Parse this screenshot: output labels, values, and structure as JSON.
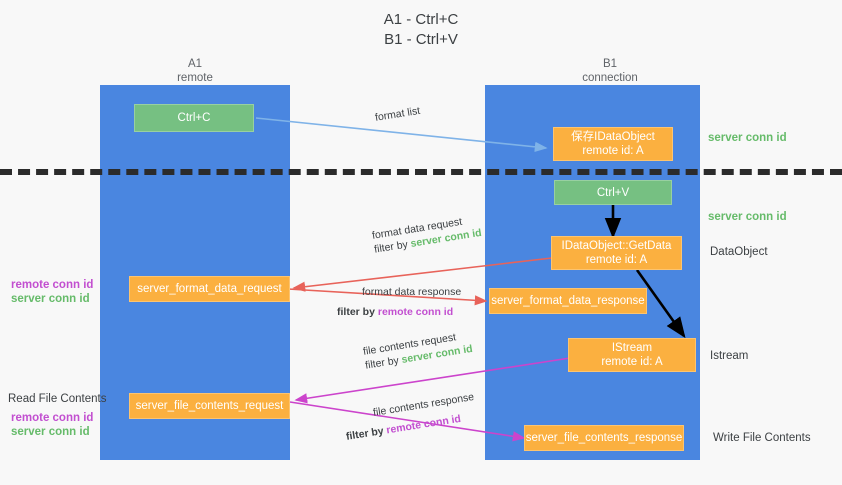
{
  "title": {
    "line1": "A1 - Ctrl+C",
    "line2": "B1 - Ctrl+V"
  },
  "columns": [
    {
      "name": "A1",
      "role": "remote"
    },
    {
      "name": "B1",
      "role": "connection"
    }
  ],
  "nodes": {
    "ctrl_c": {
      "label": "Ctrl+C",
      "color": "#76c082"
    },
    "save_idataobject": {
      "line1": "保存IDataObject",
      "line2": "remote id: A",
      "color": "#fbb040"
    },
    "ctrl_v": {
      "label": "Ctrl+V",
      "color": "#76c082"
    },
    "getdata": {
      "line1": "IDataObject::GetData",
      "line2": "remote id: A",
      "color": "#fbb040"
    },
    "server_format_data_request": {
      "label": "server_format_data_request",
      "color": "#fbb040"
    },
    "server_format_data_response": {
      "label": "server_format_data_response",
      "color": "#fbb040"
    },
    "istream": {
      "line1": "IStream",
      "line2": "remote id: A",
      "color": "#fbb040"
    },
    "server_file_contents_request": {
      "label": "server_file_contents_request",
      "color": "#fbb040"
    },
    "server_file_contents_response": {
      "label": "server_file_contents_response",
      "color": "#fbb040"
    }
  },
  "edges": {
    "format_list": "format list",
    "format_data_request": "format data request",
    "format_data_request_filter_prefix": "filter by",
    "format_data_request_filter_value": "server conn id",
    "format_data_response": "format data response",
    "format_data_response_filter_prefix": "filter by",
    "format_data_response_filter_value": "remote conn id",
    "file_contents_request": "file contents request",
    "file_contents_request_filter_prefix": "filter by",
    "file_contents_request_filter_value": "server conn id",
    "file_contents_response": "file contents response",
    "file_contents_response_filter_prefix": "filter by",
    "file_contents_response_filter_value": "remote conn id"
  },
  "right_labels": {
    "server_conn_id_top": "server conn id",
    "server_conn_id_mid": "server conn id",
    "dataobject": "DataObject",
    "istream": "Istream",
    "write_file_contents": "Write File Contents"
  },
  "left_labels": {
    "remote_conn_id_1": "remote conn id",
    "server_conn_id_1": "server conn id",
    "read_file_contents": "Read File Contents",
    "remote_conn_id_2": "remote conn id",
    "server_conn_id_2": "server conn id"
  },
  "colors": {
    "lane": "#4a86e0",
    "orange": "#fbb040",
    "green_box": "#76c082",
    "green_text": "#66bb6a",
    "magenta_text": "#c24fd0",
    "arrow_blue": "#7fb3e8",
    "arrow_red": "#e8635a",
    "arrow_magenta": "#cc44cc",
    "arrow_black": "#000000",
    "divider": "#2b2b2b"
  }
}
